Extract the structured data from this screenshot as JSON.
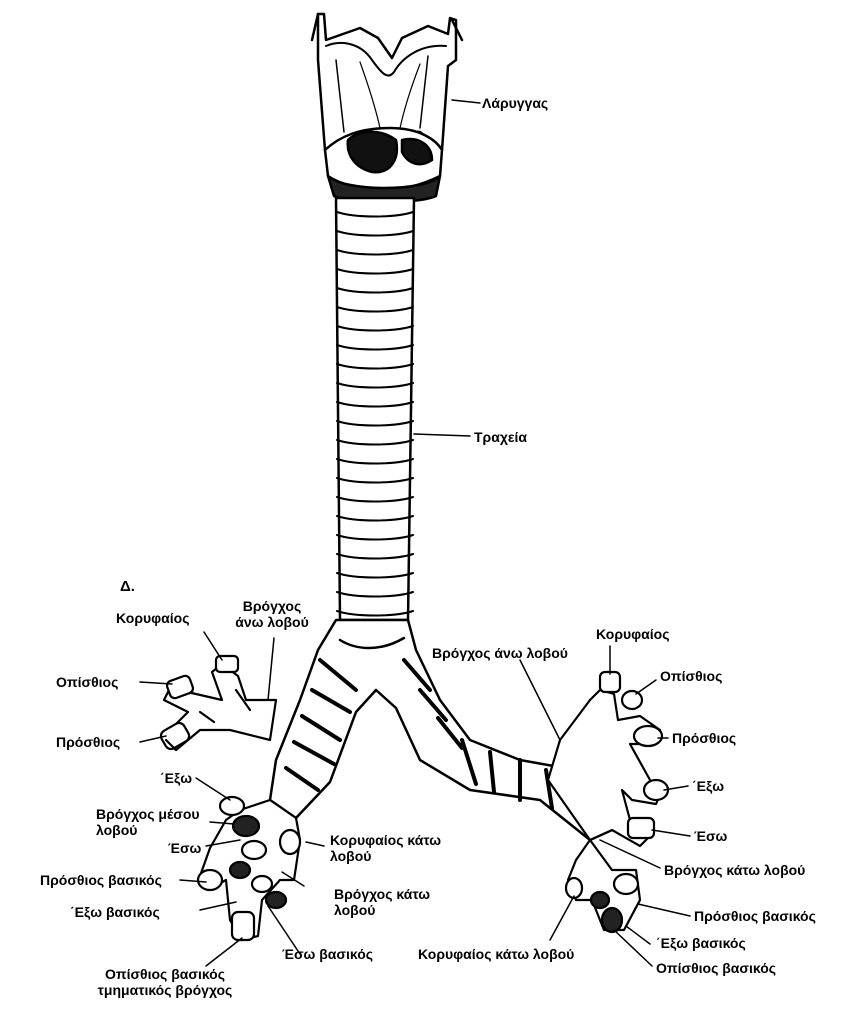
{
  "panel_letter": "Δ.",
  "labels": {
    "larynx": "Λάρυγγας",
    "trachea": "Τραχεία",
    "l_apical": "Κορυφαίος",
    "l_upper_bronchus_1": "Βρόγχος",
    "l_upper_bronchus_2": "άνω λοβού",
    "l_posterior": "Οπίσθιος",
    "l_anterior": "Πρόσθιος",
    "l_lateral": "΄Εξω",
    "l_middle_bronchus_1": "Βρόγχος μέσου",
    "l_middle_bronchus_2": "λοβού",
    "l_medial": "Έσω",
    "l_ant_basal": "Πρόσθιος βασικός",
    "l_lat_basal": "΄Εξω βασικός",
    "l_post_basal_1": "Οπίσθιος βασικός",
    "l_post_basal_2": "τμηματικός βρόγχος",
    "l_lower_apical_1": "Κορυφαίος κάτω",
    "l_lower_apical_2": "λοβού",
    "l_lower_bronchus_1": "Βρόγχος κάτω",
    "l_lower_bronchus_2": "λοβού",
    "l_med_basal": "Έσω βασικός",
    "r_apical": "Κορυφαίος",
    "r_upper_bronchus": "Βρόγχος άνω λοβού",
    "r_posterior": "Οπίσθιος",
    "r_anterior": "Πρόσθιος",
    "r_lateral": "΄Εξω",
    "r_medial": "Έσω",
    "r_lower_bronchus": "Βρόγχος κάτω λοβού",
    "r_ant_basal": "Πρόσθιος βασικός",
    "r_lat_basal": "΄Εξω βασικός",
    "r_post_basal": "Οπίσθιος βασικός",
    "r_lower_apical": "Κορυφαίος κάτω λοβού"
  }
}
